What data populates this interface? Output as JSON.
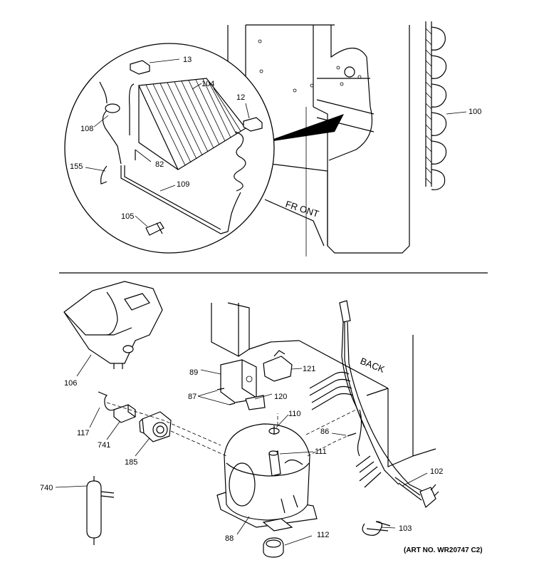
{
  "labels": {
    "p13": "13",
    "p104": "104",
    "p12": "12",
    "p108": "108",
    "p82": "82",
    "p155": "155",
    "p109": "109",
    "p105": "105",
    "p100": "100",
    "p106": "106",
    "p89": "89",
    "p121": "121",
    "p87": "87",
    "p120": "120",
    "p110": "110",
    "p86": "86",
    "p111": "111",
    "p117": "117",
    "p741": "741",
    "p185": "185",
    "p102": "102",
    "p740": "740",
    "p88": "88",
    "p112": "112",
    "p103": "103"
  },
  "annotations": {
    "front": "FR ONT",
    "back": "BACK"
  },
  "art_number": "(ART NO. WR20747 C2)"
}
